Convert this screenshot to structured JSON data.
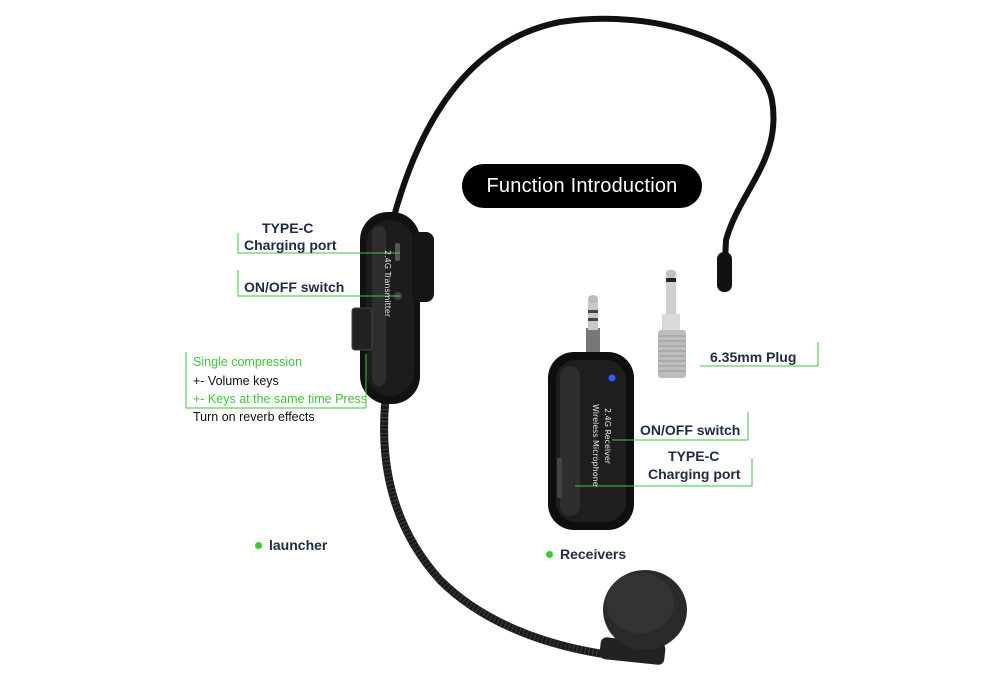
{
  "title": "Function Introduction",
  "headset": {
    "typec_line1": "TYPE-C",
    "typec_line2": "Charging port",
    "onoff": "ON/OFF switch",
    "notes": [
      "Single compression",
      "+- Volume keys",
      "+- Keys at the same time Press",
      "Turn on reverb effects"
    ],
    "body_print_1": "2.4G Transmitter",
    "name": "launcher"
  },
  "receiver": {
    "onoff": "ON/OFF switch",
    "typec_line1": "TYPE-C",
    "typec_line2": "Charging port",
    "plug": "6.35mm  Plug",
    "body_print_1": "2.4G Receiver",
    "body_print_2": "Wireless Microphone",
    "name": "Receivers"
  },
  "colors": {
    "accent_green": "#3fc63a",
    "label_navy": "#1f2a44",
    "pill": "#000000",
    "led_blue": "#2a5cff"
  }
}
